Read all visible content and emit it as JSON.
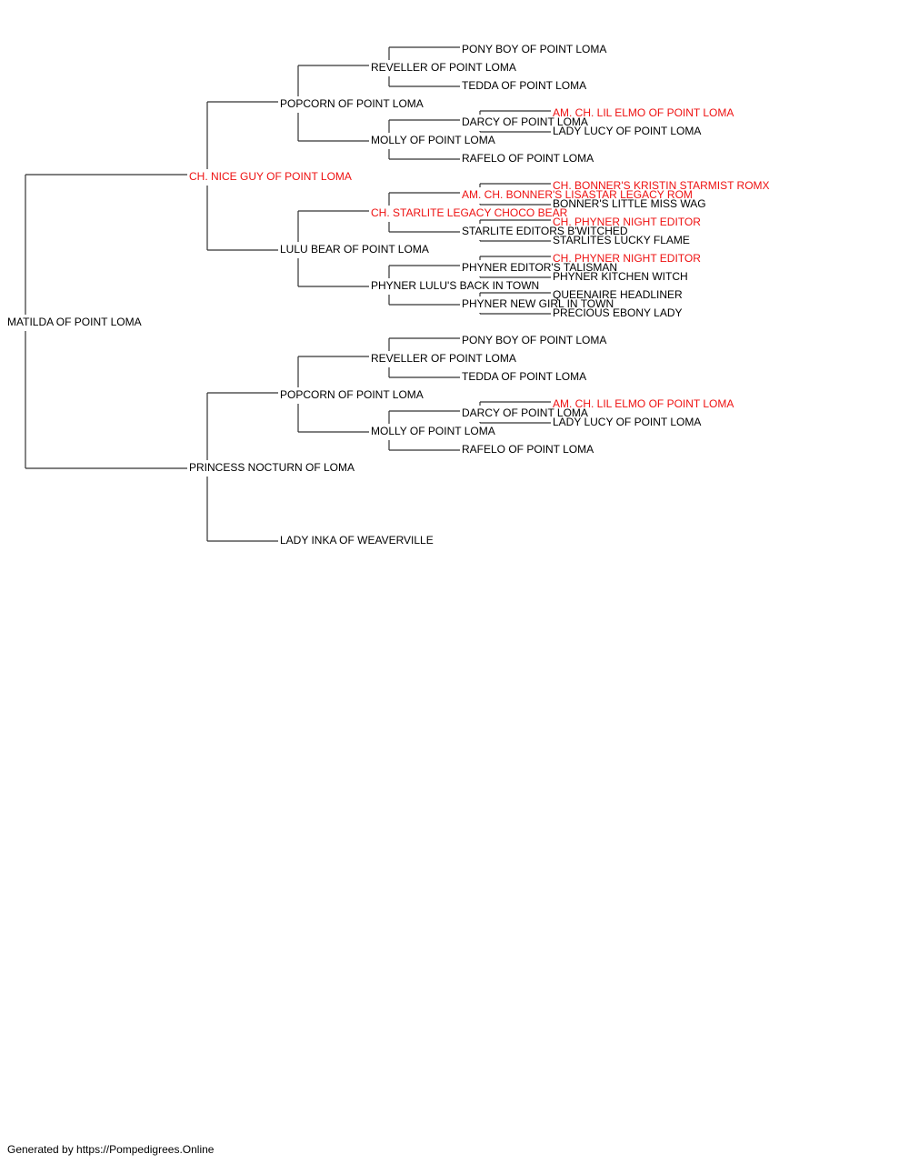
{
  "subject": {
    "name": "MATILDA OF POINT LOMA",
    "titled": false
  },
  "pedigree": {
    "sire": {
      "name": "CH. NICE GUY OF POINT LOMA",
      "titled": true,
      "sire": {
        "name": "POPCORN OF POINT LOMA",
        "titled": false,
        "sire": {
          "name": "REVELLER OF POINT LOMA",
          "titled": false,
          "sire": {
            "name": "PONY BOY OF POINT LOMA",
            "titled": false
          },
          "dam": {
            "name": "TEDDA OF POINT LOMA",
            "titled": false
          }
        },
        "dam": {
          "name": "MOLLY OF POINT LOMA",
          "titled": false,
          "sire": {
            "name": "DARCY OF POINT LOMA",
            "titled": false,
            "sire": {
              "name": "AM. CH. LIL ELMO OF POINT LOMA",
              "titled": true
            },
            "dam": {
              "name": "LADY LUCY OF POINT LOMA",
              "titled": false
            }
          },
          "dam": {
            "name": "RAFELO OF POINT LOMA",
            "titled": false
          }
        }
      },
      "dam": {
        "name": "LULU BEAR OF POINT LOMA",
        "titled": false,
        "sire": {
          "name": "CH. STARLITE LEGACY CHOCO BEAR",
          "titled": true,
          "sire": {
            "name": "AM. CH. BONNER'S LISASTAR LEGACY ROM",
            "titled": true,
            "sire": {
              "name": "CH. BONNER'S KRISTIN STARMIST ROMX",
              "titled": true
            },
            "dam": {
              "name": "BONNER'S LITTLE MISS WAG",
              "titled": false
            }
          },
          "dam": {
            "name": "STARLITE EDITORS B'WITCHED",
            "titled": false,
            "sire": {
              "name": "CH. PHYNER NIGHT EDITOR",
              "titled": true
            },
            "dam": {
              "name": "STARLITES LUCKY FLAME",
              "titled": false
            }
          }
        },
        "dam": {
          "name": "PHYNER LULU'S BACK IN TOWN",
          "titled": false,
          "sire": {
            "name": "PHYNER EDITOR'S TALISMAN",
            "titled": false,
            "sire": {
              "name": "CH. PHYNER NIGHT EDITOR",
              "titled": true
            },
            "dam": {
              "name": "PHYNER KITCHEN WITCH",
              "titled": false
            }
          },
          "dam": {
            "name": "PHYNER NEW GIRL IN TOWN",
            "titled": false,
            "sire": {
              "name": "QUEENAIRE HEADLINER",
              "titled": false
            },
            "dam": {
              "name": "PRECIOUS EBONY LADY",
              "titled": false
            }
          }
        }
      }
    },
    "dam": {
      "name": "PRINCESS NOCTURN OF LOMA",
      "titled": false,
      "sire": {
        "name": "POPCORN OF POINT LOMA",
        "titled": false,
        "sire": {
          "name": "REVELLER OF POINT LOMA",
          "titled": false,
          "sire": {
            "name": "PONY BOY OF POINT LOMA",
            "titled": false
          },
          "dam": {
            "name": "TEDDA OF POINT LOMA",
            "titled": false
          }
        },
        "dam": {
          "name": "MOLLY OF POINT LOMA",
          "titled": false,
          "sire": {
            "name": "DARCY OF POINT LOMA",
            "titled": false,
            "sire": {
              "name": "AM. CH. LIL ELMO OF POINT LOMA",
              "titled": true
            },
            "dam": {
              "name": "LADY LUCY OF POINT LOMA",
              "titled": false
            }
          },
          "dam": {
            "name": "RAFELO OF POINT LOMA",
            "titled": false
          }
        }
      },
      "dam": {
        "name": "LADY INKA OF WEAVERVILLE",
        "titled": false
      }
    }
  },
  "colors": {
    "titled": "#ee1111",
    "default": "#000000",
    "line": "#333333"
  },
  "footer": "Generated by https://Pompedigrees.Online"
}
